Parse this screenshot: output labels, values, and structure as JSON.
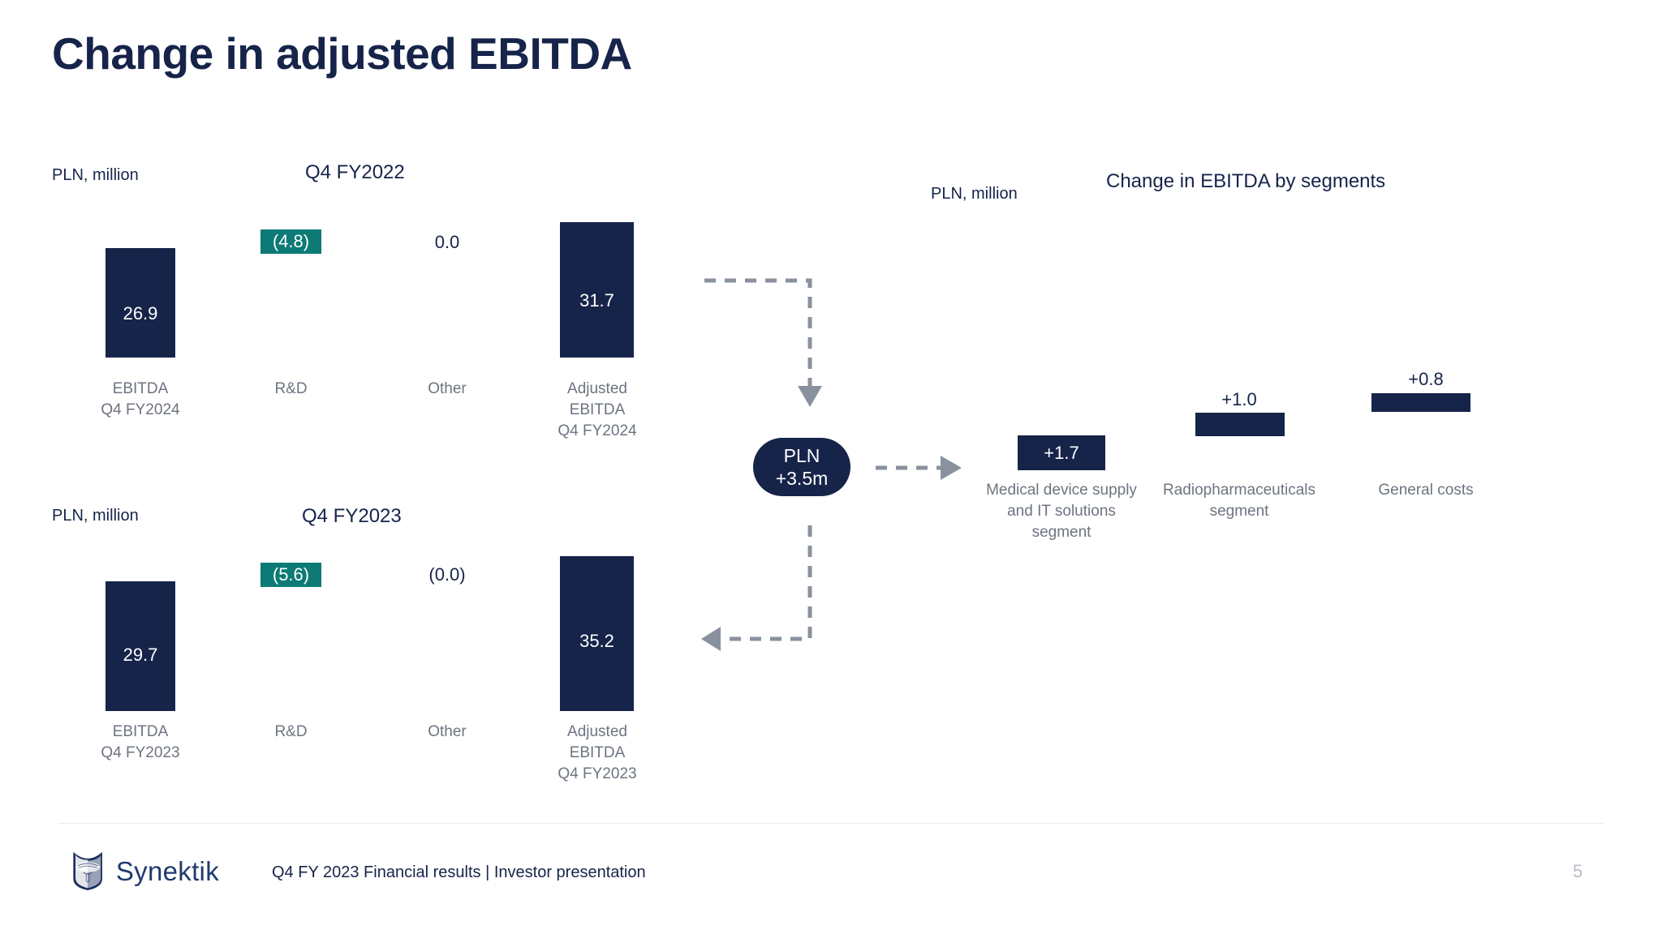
{
  "slide": {
    "title": "Change in adjusted EBITDA",
    "page_number": "5"
  },
  "footer": {
    "logo_text": "Synektik",
    "text": "Q4 FY 2023 Financial results |  Investor presentation"
  },
  "chart_data": [
    {
      "type": "bar",
      "title": "Q4 FY2022",
      "unit_label": "PLN, million",
      "categories": [
        "EBITDA\nQ4 FY2024",
        "R&D",
        "Other",
        "Adjusted\nEBITDA\nQ4 FY2024"
      ],
      "values": [
        26.9,
        -4.8,
        0.0,
        31.7
      ],
      "value_labels": [
        "26.9",
        "(4.8)",
        "0.0",
        "31.7"
      ],
      "bar_colors": [
        "#16244a",
        "#0d7a75",
        "none",
        "#16244a"
      ],
      "ylabel": "",
      "xlabel": "",
      "grid": false
    },
    {
      "type": "bar",
      "title": "Q4 FY2023",
      "unit_label": "PLN, million",
      "categories": [
        "EBITDA\nQ4 FY2023",
        "R&D",
        "Other",
        "Adjusted\nEBITDA\nQ4 FY2023"
      ],
      "values": [
        29.7,
        -5.6,
        -0.0,
        35.2
      ],
      "value_labels": [
        "29.7",
        "(5.6)",
        "(0.0)",
        "35.2"
      ],
      "bar_colors": [
        "#16244a",
        "#0d7a75",
        "none",
        "#16244a"
      ],
      "ylabel": "",
      "xlabel": "",
      "grid": false
    },
    {
      "type": "bar",
      "title": "Change in EBITDA by segments",
      "unit_label": "PLN, million",
      "categories": [
        "Medical device supply\nand IT solutions\nsegment",
        "Radiopharmaceuticals\nsegment",
        "General costs"
      ],
      "values": [
        1.7,
        1.0,
        0.8
      ],
      "value_labels": [
        "+1.7",
        "+1.0",
        "+0.8"
      ],
      "bar_colors": [
        "#16244a",
        "#16244a",
        "#16244a"
      ],
      "ylabel": "",
      "xlabel": "",
      "grid": false
    }
  ],
  "badge": {
    "line1": "PLN",
    "line2": "+3.5m"
  },
  "colors": {
    "navy": "#16244a",
    "teal": "#0d7a75",
    "grey_text": "#6d7480",
    "connector": "#8a919e"
  }
}
